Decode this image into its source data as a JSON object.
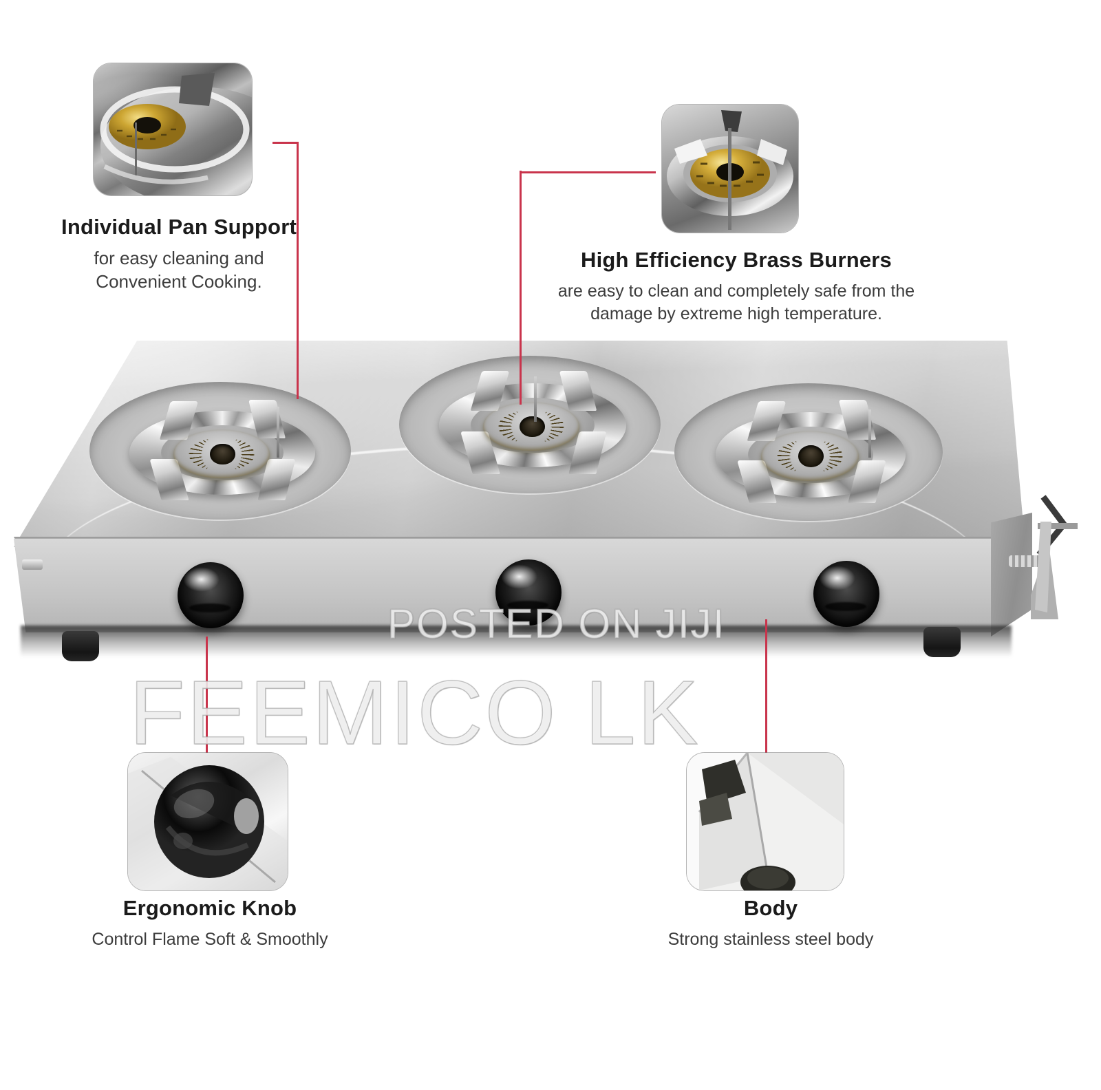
{
  "product": {
    "type": "three-burner stainless steel gas stove",
    "background_color": "#ffffff",
    "leader_line_color": "#c9344c"
  },
  "callouts": [
    {
      "id": "pan-support",
      "title": "Individual Pan Support",
      "body_line1": "for easy cleaning and",
      "body_line2": "Convenient Cooking.",
      "inset_icon": "burner-pan-support-photo",
      "position": "top-left"
    },
    {
      "id": "brass-burners",
      "title": "High Efficiency Brass Burners",
      "body_line1": "are easy to clean and completely safe from the",
      "body_line2": "damage by extreme high temperature.",
      "inset_icon": "brass-burner-photo",
      "position": "top-right"
    },
    {
      "id": "ergonomic-knob",
      "title": "Ergonomic Knob",
      "body_line1": "Control Flame Soft & Smoothly",
      "body_line2": "",
      "inset_icon": "control-knob-photo",
      "position": "bottom-left"
    },
    {
      "id": "body",
      "title": "Body",
      "body_line1": "Strong stainless steel body",
      "body_line2": "",
      "inset_icon": "stainless-body-corner-photo",
      "position": "bottom-right"
    }
  ],
  "watermarks": {
    "posted_on": "POSTED ON JIJI",
    "brand": "FEEMICO LK"
  },
  "stove": {
    "burner_count": 3,
    "knob_count": 3,
    "foot_count": 2,
    "burner_material": "brass",
    "pan_support_material": "chrome"
  }
}
